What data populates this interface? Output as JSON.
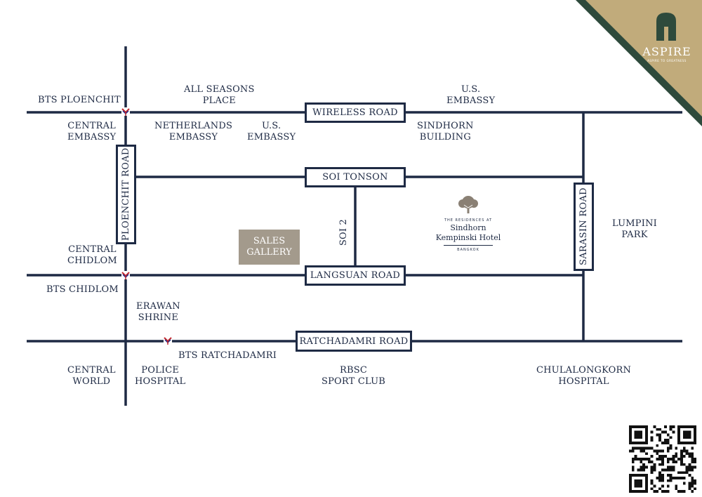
{
  "roads": {
    "wireless": "WIRELESS ROAD",
    "soi_tonson": "SOI TONSON",
    "langsuan": "LANGSUAN ROAD",
    "ratchadamri": "RATCHADAMRI ROAD",
    "ploenchit": "PLOENCHIT ROAD",
    "sarasin": "SARASIN ROAD",
    "soi2": "SOI 2"
  },
  "bts": {
    "ploenchit": "BTS PLOENCHIT",
    "chidlom": "BTS CHIDLOM",
    "ratchadamri": "BTS RATCHADAMRI"
  },
  "landmarks": {
    "all_seasons": [
      "ALL SEASONS",
      "PLACE"
    ],
    "us_embassy_top": [
      "U.S.",
      "EMBASSY"
    ],
    "central_embassy": [
      "CENTRAL",
      "EMBASSY"
    ],
    "netherlands": [
      "NETHERLANDS",
      "EMBASSY"
    ],
    "us_embassy_mid": [
      "U.S.",
      "EMBASSY"
    ],
    "sindhorn_building": [
      "SINDHORN",
      "BUILDING"
    ],
    "lumpini": [
      "LUMPINI",
      "PARK"
    ],
    "central_chidlom": [
      "CENTRAL",
      "CHIDLOM"
    ],
    "erawan": [
      "ERAWAN",
      "SHRINE"
    ],
    "central_world": [
      "CENTRAL",
      "WORLD"
    ],
    "police": [
      "POLICE",
      "HOSPITAL"
    ],
    "rbsc": [
      "RBSC",
      "SPORT CLUB"
    ],
    "chulalongkorn": [
      "CHULALONGKORN",
      "HOSPITAL"
    ]
  },
  "sales_gallery": [
    "SALES",
    "GALLERY"
  ],
  "hotel": {
    "pre": "THE RESIDENCES AT",
    "line1": "Sindhorn",
    "line2": "Kempinski Hotel",
    "city": "BANGKOK"
  },
  "brand": {
    "name": "ASPIRE",
    "tagline": "ASPIRE TO GREATNESS"
  },
  "colors": {
    "road": "#1e2a44",
    "gold": "#c1ab7b",
    "brand_green": "#2e4a3c",
    "sales_bg": "#a39a8c"
  }
}
